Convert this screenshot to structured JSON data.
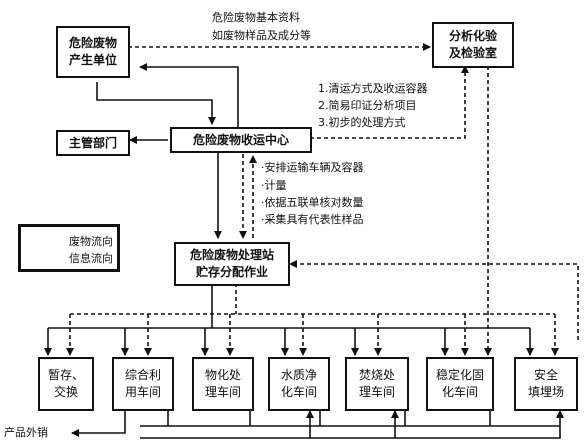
{
  "nodes": {
    "producer": "危险废物\n产生单位",
    "lab": "分析化验\n及检验室",
    "authority": "主管部门",
    "center": "危险废物收运中心",
    "station": "危险废物处理站\n贮存分配作业",
    "temp_storage": "暂存、\n交换",
    "comprehensive": "综合利\n用车间",
    "physchem": "物化处\n理车间",
    "water": "水质净\n化车间",
    "incineration": "焚烧处\n理车间",
    "stabilization": "稳定化固\n化车间",
    "landfill": "安全\n填埋场"
  },
  "annotations": {
    "top_line1": "危险废物基本资料",
    "top_line2": "如废物样品及成分等",
    "lab_items": [
      "1.清运方式及收运容器",
      "2.简易印证分析项目",
      "3.初步的处理方式"
    ],
    "center_items": [
      "·安排运输车辆及容器",
      "·计量",
      "·依据五联单核对数量",
      "·采集具有代表性样品"
    ],
    "product_out": "产品外销"
  },
  "legend": {
    "waste_flow": "废物流向",
    "info_flow": "信息流向"
  }
}
